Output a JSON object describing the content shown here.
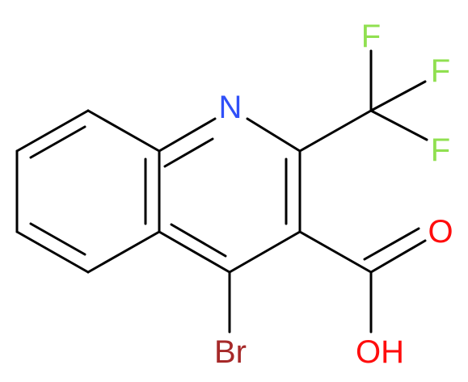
{
  "molecule": {
    "colors": {
      "bond": "#000000",
      "nitrogen": "#3050f8",
      "fluorine": "#90e050",
      "oxygen": "#ff0d0d",
      "bromine": "#a62929"
    },
    "atom_labels": {
      "nitrogen": "N",
      "fluorine_1": "F",
      "fluorine_2": "F",
      "fluorine_3": "F",
      "carbonyl_oxygen": "O",
      "hydroxyl": "OH",
      "bromine": "Br"
    }
  }
}
